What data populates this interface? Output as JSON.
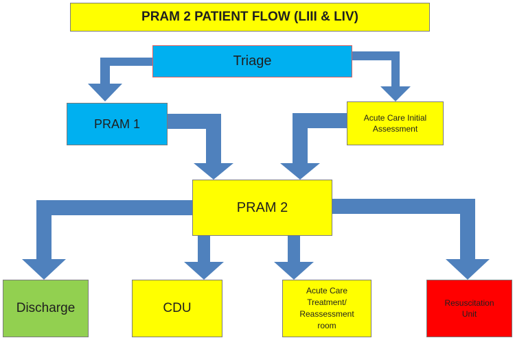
{
  "title": "PRAM 2 PATIENT FLOW (LIII & LIV)",
  "nodes": {
    "triage": "Triage",
    "pram1": "PRAM 1",
    "acute_initial": "Acute Care Initial Assessment",
    "pram2": "PRAM 2",
    "discharge": "Discharge",
    "cdu": "CDU",
    "acute_treatment": "Acute Care Treatment/ Reassessment room",
    "resuscitation": "Resuscitation Unit"
  },
  "colors": {
    "yellow": "#ffff00",
    "blue": "#00b0f0",
    "green": "#92d050",
    "red": "#ff0000",
    "arrow": "#4f81bd"
  },
  "edges": [
    [
      "triage",
      "pram1"
    ],
    [
      "triage",
      "acute_initial"
    ],
    [
      "pram1",
      "pram2"
    ],
    [
      "acute_initial",
      "pram2"
    ],
    [
      "pram2",
      "discharge"
    ],
    [
      "pram2",
      "cdu"
    ],
    [
      "pram2",
      "acute_treatment"
    ],
    [
      "pram2",
      "resuscitation"
    ]
  ]
}
